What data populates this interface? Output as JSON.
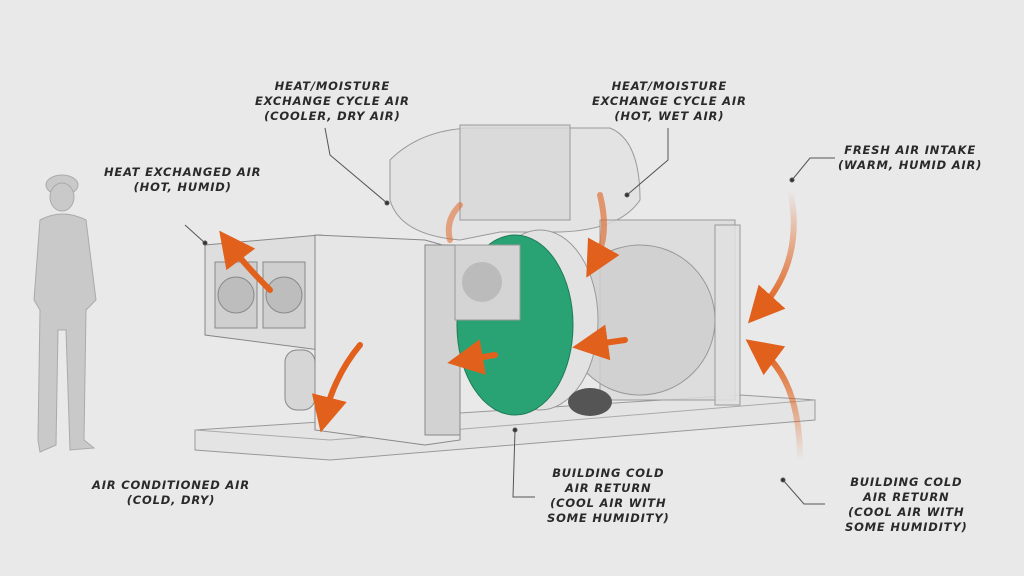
{
  "colors": {
    "background": "#e9e9e9",
    "arrow": "#e0601c",
    "wheel": "#2aa374",
    "unit": "#dcdcdc"
  },
  "labels": {
    "exchange_dry": [
      "HEAT/MOISTURE",
      "EXCHANGE CYCLE AIR",
      "(COOLER, DRY AIR)"
    ],
    "exchange_wet": [
      "HEAT/MOISTURE",
      "EXCHANGE CYCLE AIR",
      "(HOT, WET AIR)"
    ],
    "heat_exchanged": [
      "HEAT EXCHANGED AIR",
      "(HOT, HUMID)"
    ],
    "fresh_air": [
      "FRESH AIR INTAKE",
      "(WARM, HUMID AIR)"
    ],
    "conditioned": [
      "AIR CONDITIONED AIR",
      "(COLD, DRY)"
    ],
    "return_center": [
      "BUILDING COLD",
      "AIR RETURN",
      "(COOL AIR WITH",
      "SOME HUMIDITY)"
    ],
    "return_right": [
      "BUILDING COLD",
      "AIR RETURN",
      "(COOL AIR WITH",
      "SOME HUMIDITY)"
    ]
  }
}
